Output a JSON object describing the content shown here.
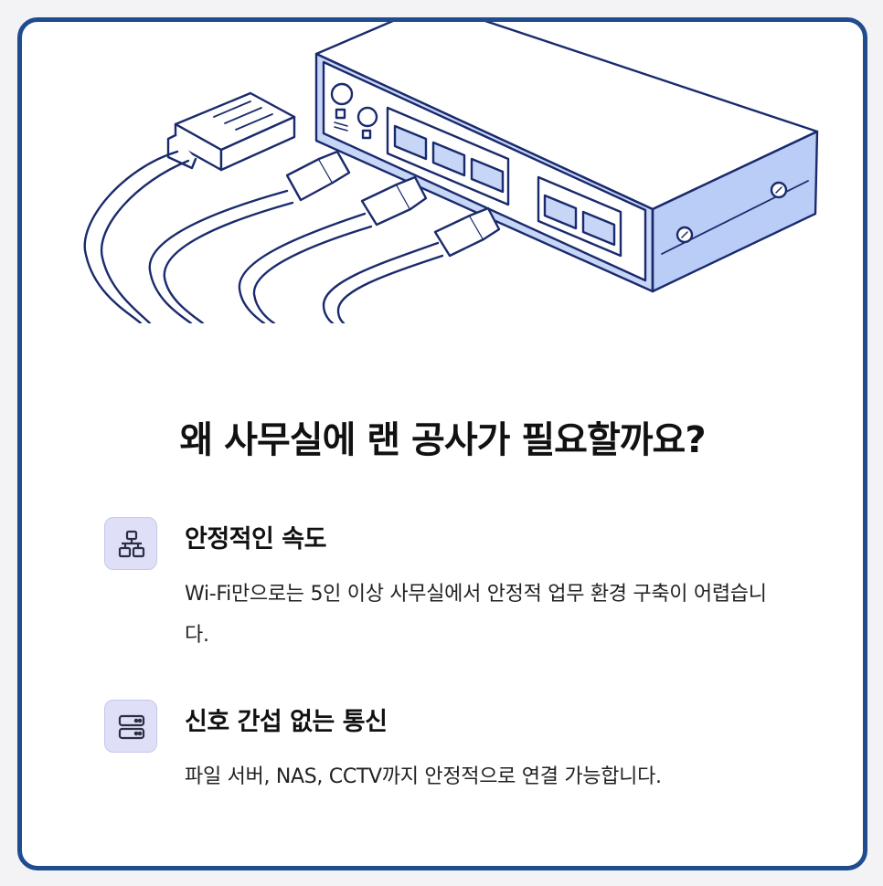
{
  "title": "왜 사무실에 랜 공사가 필요할까요?",
  "features": [
    {
      "icon": "network-icon",
      "heading": "안정적인 속도",
      "description": "Wi-Fi만으로는 5인 이상 사무실에서 안정적 업무 환경 구축이 어렵습니다."
    },
    {
      "icon": "server-icon",
      "heading": "신호 간섭 없는 통신",
      "description": "파일 서버, NAS, CCTV까지 안정적으로 연결 가능합니다."
    }
  ],
  "colors": {
    "border": "#1f4c8f",
    "icon_bg": "#dfe0f7",
    "illustration_stroke": "#1a2a6c",
    "illustration_fill": "#b9cdf7"
  }
}
